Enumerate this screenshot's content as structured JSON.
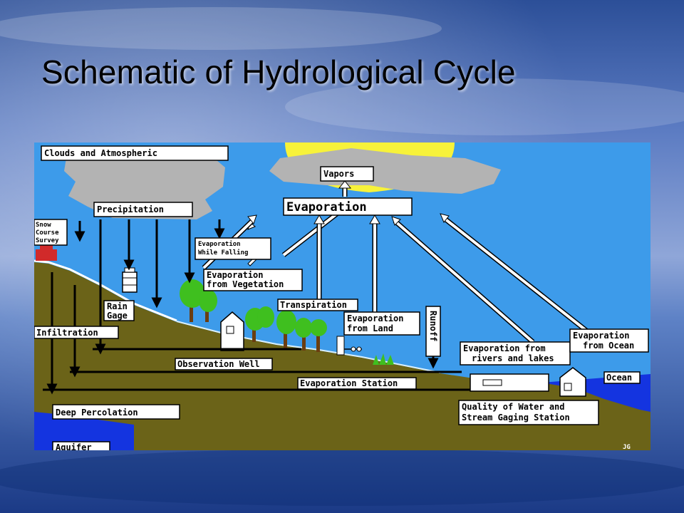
{
  "slide": {
    "title": "Schematic of Hydrological Cycle"
  },
  "diagram": {
    "labels": {
      "clouds": "Clouds and Atmospheric",
      "vapors": "Vapors",
      "evaporation": "Evaporation",
      "precipitation": "Precipitation",
      "snow_course": [
        "Snow",
        "Course",
        "Survey"
      ],
      "evap_falling": [
        "Evaporation",
        "While Falling"
      ],
      "evap_vegetation": [
        "Evaporation",
        "from Vegetation"
      ],
      "transpiration": "Transpiration",
      "evap_land": [
        "Evaporation",
        "from Land"
      ],
      "runoff": "Runoff",
      "evap_rivers": [
        "Evaporation from",
        "rivers and lakes"
      ],
      "evap_ocean": [
        "Evaporation",
        "from Ocean"
      ],
      "rain_gage": [
        "Rain",
        "Gage"
      ],
      "infiltration": "Infiltration",
      "observation_well": "Observation Well",
      "evaporation_station": "Evaporation Station",
      "ocean": "Ocean",
      "quality": [
        "Quality of Water and",
        "Stream Gaging Station"
      ],
      "deep_percolation": "Deep Percolation",
      "aquifer": "Aquifer",
      "signature": "JG"
    },
    "colors": {
      "sky": "#3d9bea",
      "cloud": "#b3b3b3",
      "sun": "#f7f23a",
      "ground": "#6b6318",
      "tree": "#3fbf1f",
      "ocean": "#1434e0",
      "arrow": "#000000"
    }
  }
}
